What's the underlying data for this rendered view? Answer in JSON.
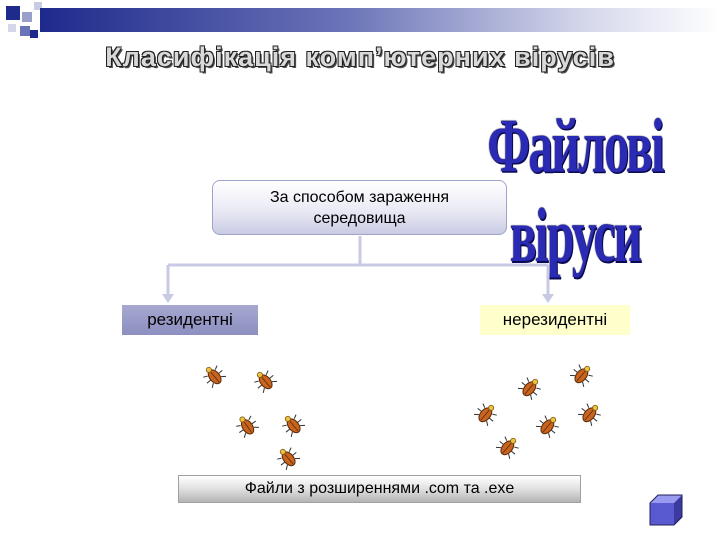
{
  "slide": {
    "title": "Класифікація комп’ютерних вірусів",
    "wordart_title": "Файлові віруси"
  },
  "diagram": {
    "root": {
      "label_line1": "За способом зараження",
      "label_line2": "середовища"
    },
    "children": [
      {
        "label": "резидентні"
      },
      {
        "label": "нерезидентні"
      }
    ],
    "footer": {
      "label": "Файли з розширеннями .com та .exe"
    }
  },
  "colors": {
    "title_fill": "#d9d9d9",
    "wordart": "#2a2ab5",
    "resident_box": "#9a9cc8",
    "nonresident_box": "#ffffcc",
    "connector": "#c8cae4",
    "bug_body": "#c8641e",
    "cube": "#5a5ad0"
  },
  "icons": [
    "bug-icon",
    "cube-icon"
  ]
}
